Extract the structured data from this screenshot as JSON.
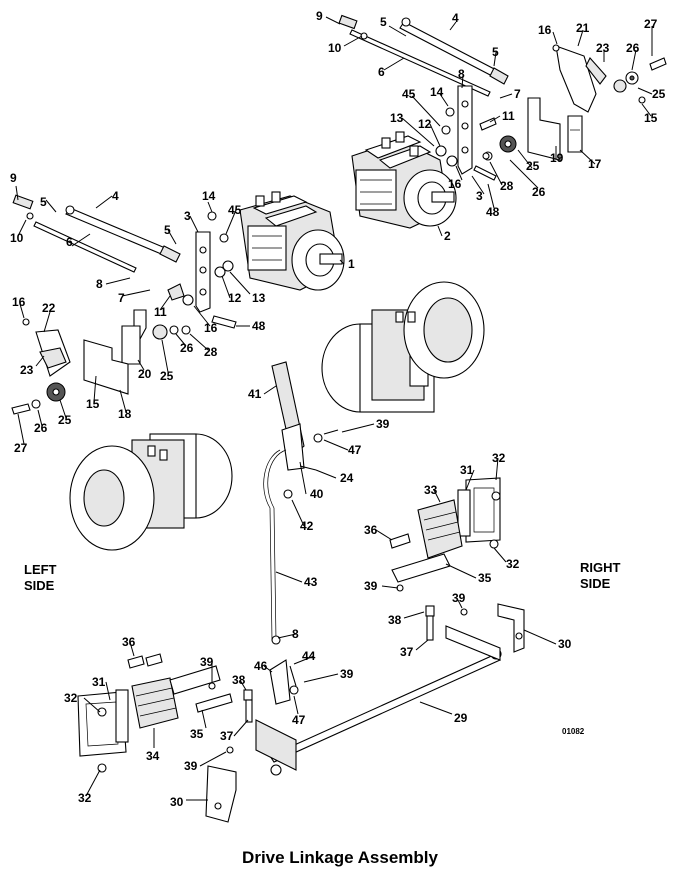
{
  "title": "Drive Linkage Assembly",
  "drawing_number": "01082",
  "side_labels": {
    "left_line1": "LEFT",
    "left_line2": "SIDE",
    "right_line1": "RIGHT",
    "right_line2": "SIDE"
  },
  "callouts": {
    "c9_tr": "9",
    "c5_tr_a": "5",
    "c4_tr": "4",
    "c10_tr": "10",
    "c5_tr_b": "5",
    "c6_tr": "6",
    "c8_tr": "8",
    "c7_tr": "7",
    "c14_tr": "14",
    "c45_tr": "45",
    "c11_tr": "11",
    "c13_tr": "13",
    "c12_tr": "12",
    "c16_tr_a": "16",
    "c3_tr": "3",
    "c28_tr": "28",
    "c48_tr": "48",
    "c2": "2",
    "c16_tr_b": "16",
    "c21": "21",
    "c23_tr": "23",
    "c27_tr": "27",
    "c26_tr_a": "26",
    "c25_tr_a": "25",
    "c15_tr": "15",
    "c25_tr_b": "25",
    "c19": "19",
    "c17": "17",
    "c26_tr_b": "26",
    "c9_l": "9",
    "c5_l_a": "5",
    "c4_l": "4",
    "c10_l": "10",
    "c6_l": "6",
    "c5_l_b": "5",
    "c8_l": "8",
    "c7_l": "7",
    "c3_l": "3",
    "c14_l": "14",
    "c45_l": "45",
    "c1": "1",
    "c11_l": "11",
    "c12_l": "12",
    "c13_l": "13",
    "c16_l_a": "16",
    "c48_l": "48",
    "c26_l_a": "26",
    "c28_l": "28",
    "c16_l_b": "16",
    "c22": "22",
    "c23_l": "23",
    "c20": "20",
    "c15_l": "15",
    "c25_l_a": "25",
    "c18": "18",
    "c25_l_b": "25",
    "c26_l_b": "26",
    "c27_l": "27",
    "c41": "41",
    "c39_a": "39",
    "c47_a": "47",
    "c24": "24",
    "c40": "40",
    "c42": "42",
    "c43": "43",
    "c32_r_a": "32",
    "c31_r": "31",
    "c33": "33",
    "c36_r": "36",
    "c32_r_b": "32",
    "c35_r": "35",
    "c39_r_a": "39",
    "c39_r_b": "39",
    "c38_r": "38",
    "c37_r": "37",
    "c30_r": "30",
    "c36_l": "36",
    "c39_l_a": "39",
    "c31_l": "31",
    "c32_l_a": "32",
    "c38_l": "38",
    "c46": "46",
    "c8_c": "8",
    "c44": "44",
    "c39_c": "39",
    "c35_l": "35",
    "c37_l": "37",
    "c47_b": "47",
    "c29": "29",
    "c34": "34",
    "c39_l_b": "39",
    "c32_l_b": "32",
    "c30_l": "30"
  }
}
